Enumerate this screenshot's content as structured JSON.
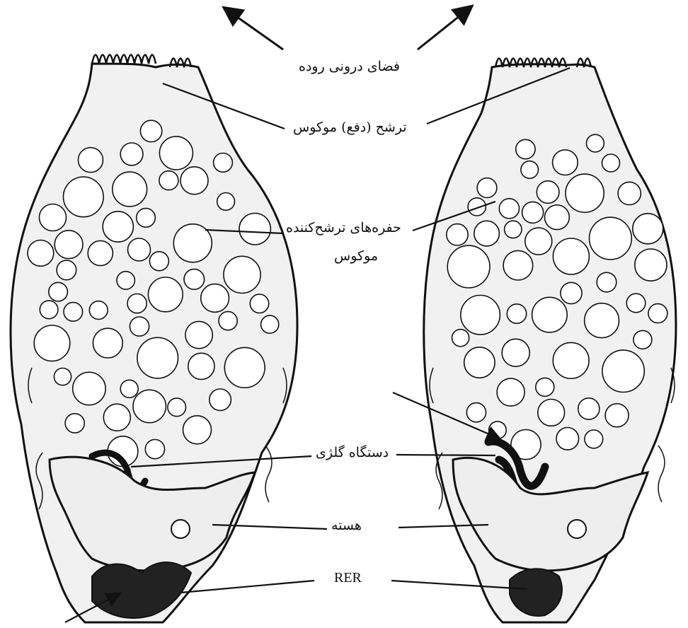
{
  "labels": {
    "lumen": "فضای درونی روده",
    "mucus_secretion": "ترشح (دفع) موکوس",
    "vacuoles_line1": "حفره‌های ترشح‌کننده",
    "vacuoles_line2": "موکوس",
    "golgi": "دستگاه گلژی",
    "nucleus": "هسته",
    "rer": "RER"
  },
  "colors": {
    "ink": "#111111",
    "cytoplasm": "#f1f1f1",
    "nucleus": "#eeeeee",
    "vesicle": "#ffffff"
  }
}
